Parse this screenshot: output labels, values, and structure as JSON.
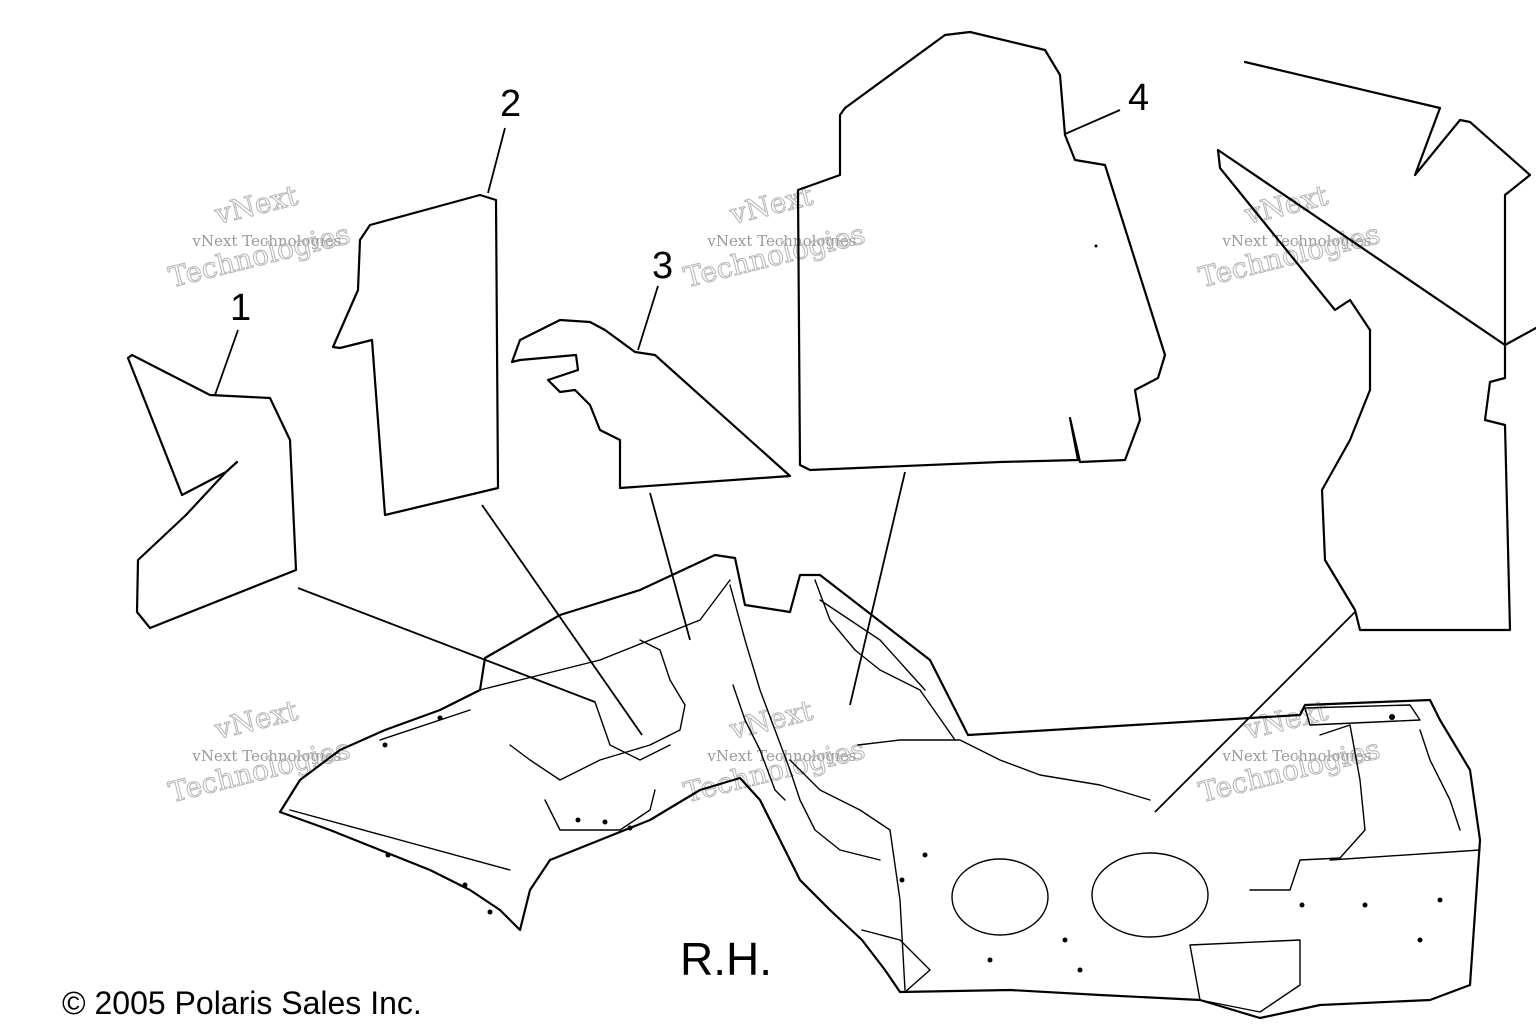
{
  "callouts": [
    "1",
    "2",
    "3",
    "4"
  ],
  "side_label": "R.H.",
  "copyright": "© 2005 Polaris Sales Inc.",
  "watermark": {
    "line1": "vNext",
    "line2": "vNext Technologies",
    "line3": "Technologies"
  }
}
